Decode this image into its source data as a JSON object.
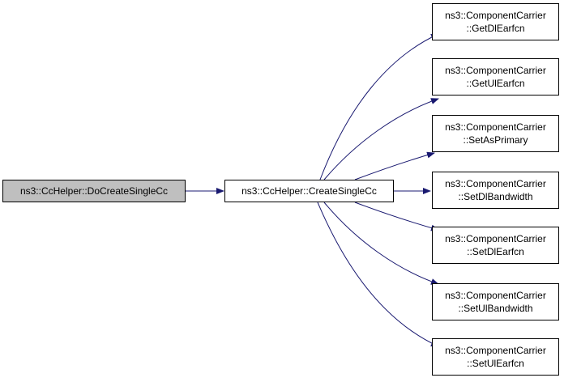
{
  "graph": {
    "caller": {
      "label": "ns3::CcHelper::DoCreateSingleCc",
      "fill": "#bfbfbf"
    },
    "function": {
      "label": "ns3::CcHelper::CreateSingleCc"
    },
    "callees": [
      {
        "line1": "ns3::ComponentCarrier",
        "line2": "::GetDlEarfcn"
      },
      {
        "line1": "ns3::ComponentCarrier",
        "line2": "::GetUlEarfcn"
      },
      {
        "line1": "ns3::ComponentCarrier",
        "line2": "::SetAsPrimary"
      },
      {
        "line1": "ns3::ComponentCarrier",
        "line2": "::SetDlBandwidth"
      },
      {
        "line1": "ns3::ComponentCarrier",
        "line2": "::SetDlEarfcn"
      },
      {
        "line1": "ns3::ComponentCarrier",
        "line2": "::SetUlBandwidth"
      },
      {
        "line1": "ns3::ComponentCarrier",
        "line2": "::SetUlEarfcn"
      }
    ],
    "edge_color": "#191970"
  }
}
